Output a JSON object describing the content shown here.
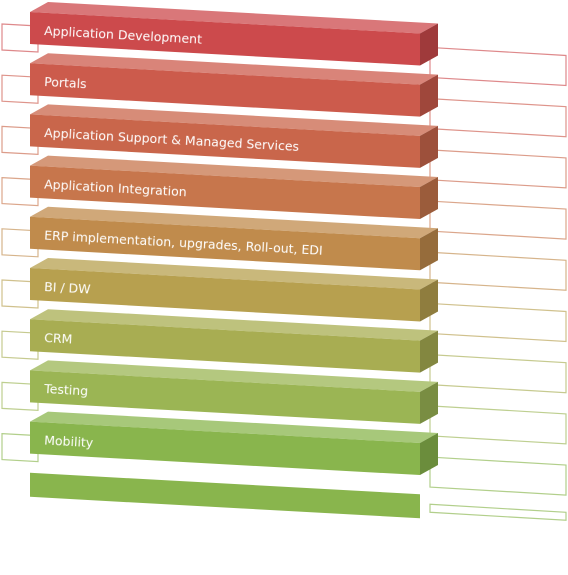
{
  "layers": [
    {
      "label": "Application Development",
      "color": "#cc4a4c"
    },
    {
      "label": "Portals",
      "color": "#cc5b4c"
    },
    {
      "label": "Application Support & Managed Services",
      "color": "#c9664b"
    },
    {
      "label": "Application Integration",
      "color": "#c7764c"
    },
    {
      "label": "ERP implementation, upgrades, Roll-out, EDI",
      "color": "#c08b4c"
    },
    {
      "label": "BI / DW",
      "color": "#b7a04f"
    },
    {
      "label": "CRM",
      "color": "#a8ad52"
    },
    {
      "label": "Testing",
      "color": "#9bb554"
    },
    {
      "label": "Mobility",
      "color": "#89b54d"
    }
  ]
}
